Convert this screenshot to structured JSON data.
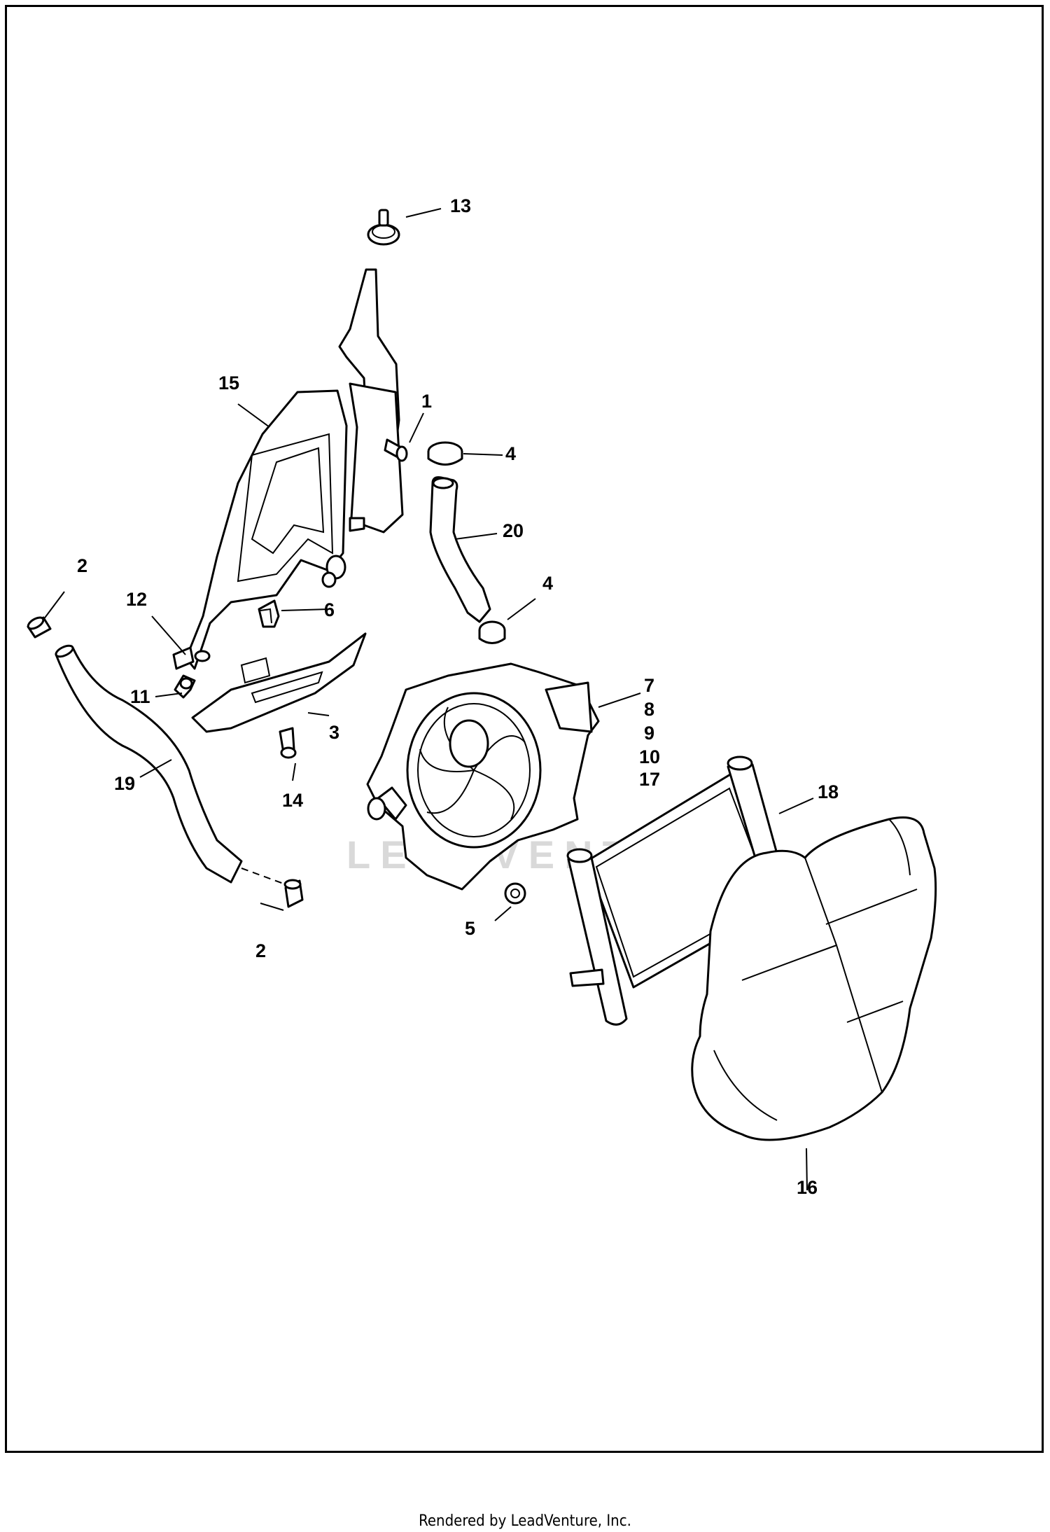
{
  "watermark": "LEADVENTURE",
  "footer": "Rendered by LeadVenture, Inc.",
  "callouts": {
    "c1": "1",
    "c2a": "2",
    "c2b": "2",
    "c3": "3",
    "c4a": "4",
    "c4b": "4",
    "c5": "5",
    "c6": "6",
    "c7": "7",
    "c8": "8",
    "c9": "9",
    "c10": "10",
    "c11": "11",
    "c12": "12",
    "c13": "13",
    "c14": "14",
    "c15": "15",
    "c16": "16",
    "c17": "17",
    "c18": "18",
    "c19": "19",
    "c20": "20"
  }
}
